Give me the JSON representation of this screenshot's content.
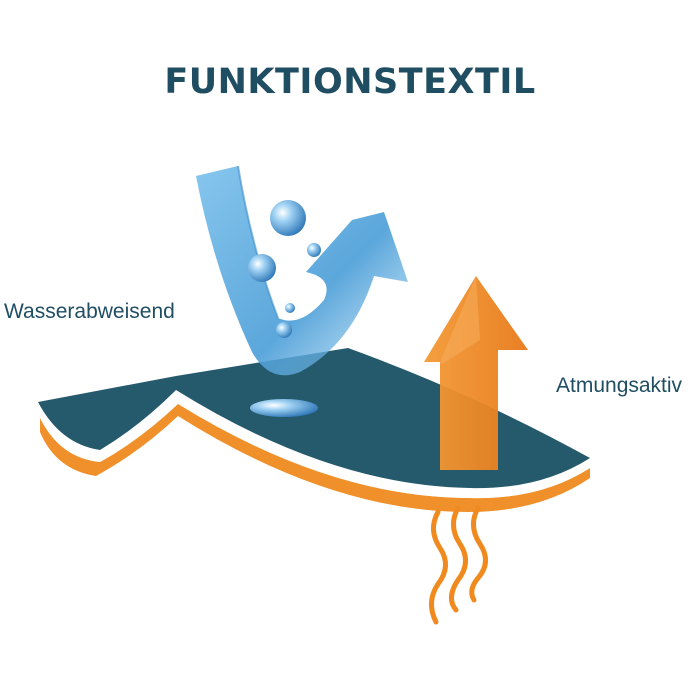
{
  "diagram": {
    "title": "FUNKTIONSTEXTIL",
    "label_water": "Wasserabweisend",
    "label_breathable": "Atmungsaktiv",
    "colors": {
      "title": "#1f4e63",
      "fabric_top": "#255a6c",
      "fabric_orange": "#f0902a",
      "water_blue": "#5aa8dd",
      "breath_orange": "#f08a1e"
    },
    "icons": [
      "water-repellent-arrow-icon",
      "water-drop-icon",
      "breathable-arrow-icon",
      "vapor-wave-icon"
    ]
  }
}
